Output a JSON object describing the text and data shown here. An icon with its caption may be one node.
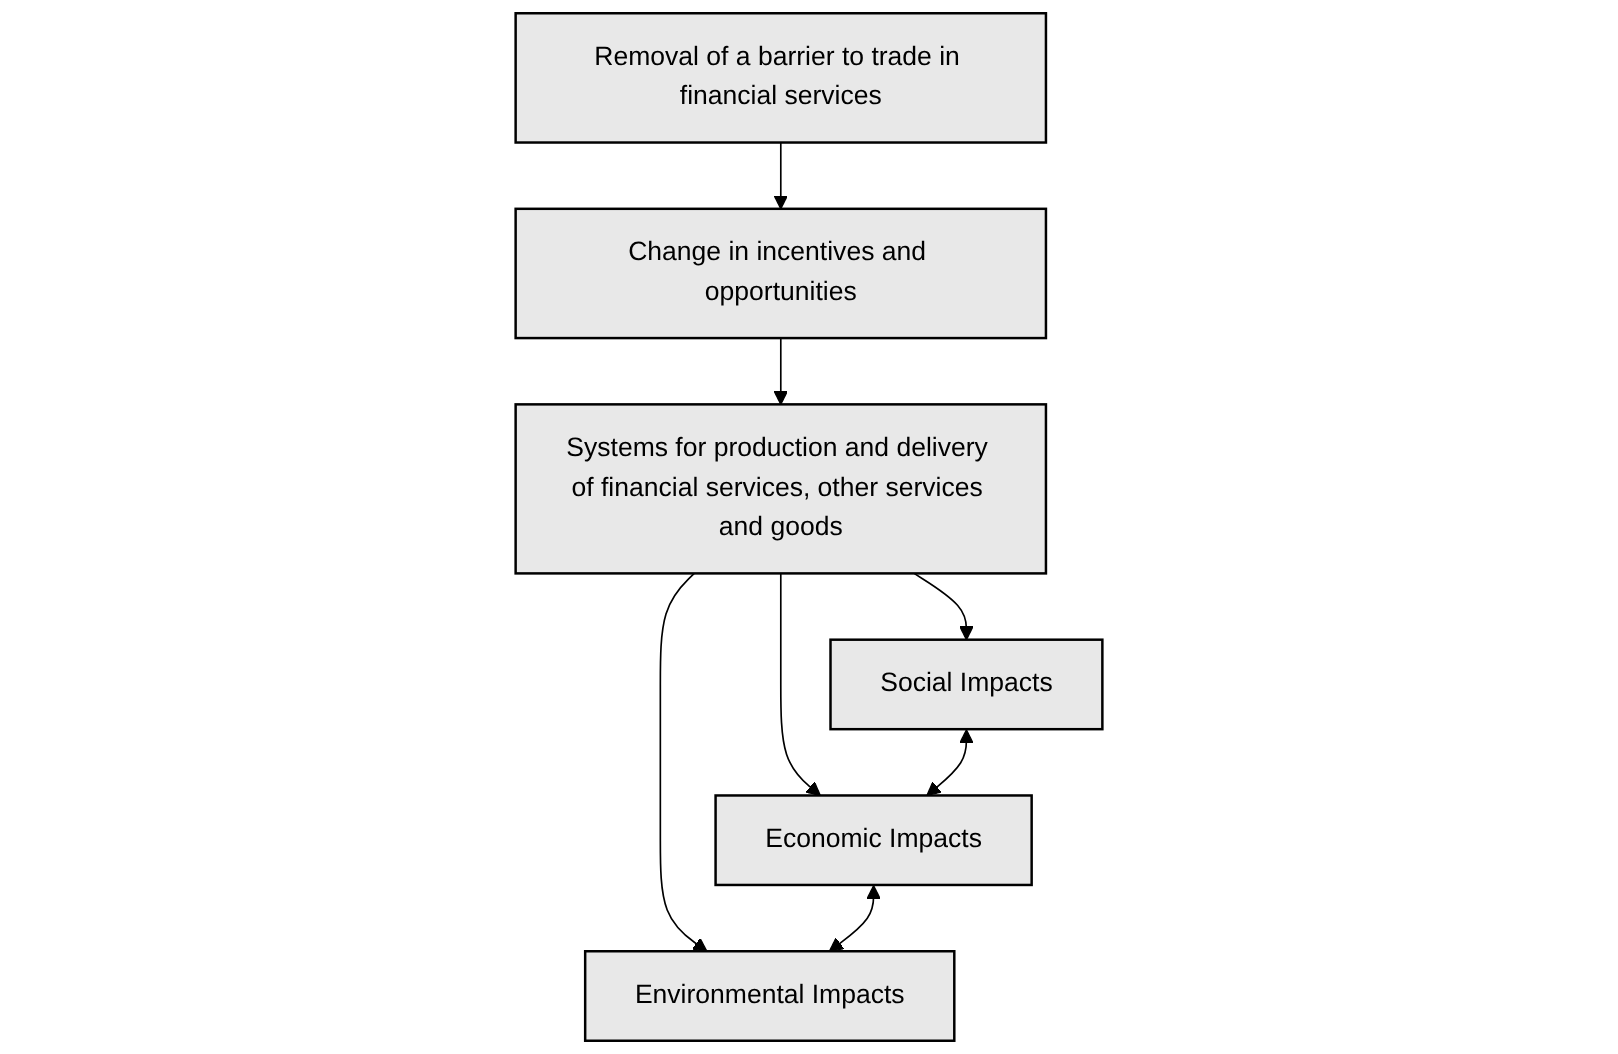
{
  "diagram": {
    "nodes": [
      {
        "text": [
          "Removal of a barrier to trade in financial services"
        ]
      },
      {
        "text": [
          "Change in incentives and opportunities"
        ]
      },
      {
        "text": [
          "Systems for production and delivery of financial services, other services and goods"
        ]
      },
      {
        "text": [
          "Social Impacts"
        ]
      },
      {
        "text": [
          "Economic Impacts"
        ]
      },
      {
        "text": [
          "Environmental Impacts"
        ]
      }
    ],
    "edges": [
      {
        "from": 0,
        "to": 1,
        "arrow": "to"
      },
      {
        "from": 1,
        "to": 2,
        "arrow": "to"
      },
      {
        "from": 2,
        "to": 3,
        "arrow": "to"
      },
      {
        "from": 2,
        "to": 4,
        "arrow": "to"
      },
      {
        "from": 2,
        "to": 5,
        "arrow": "to"
      },
      {
        "from": 3,
        "to": 4,
        "arrow": "both"
      },
      {
        "from": 4,
        "to": 5,
        "arrow": "both"
      }
    ]
  }
}
